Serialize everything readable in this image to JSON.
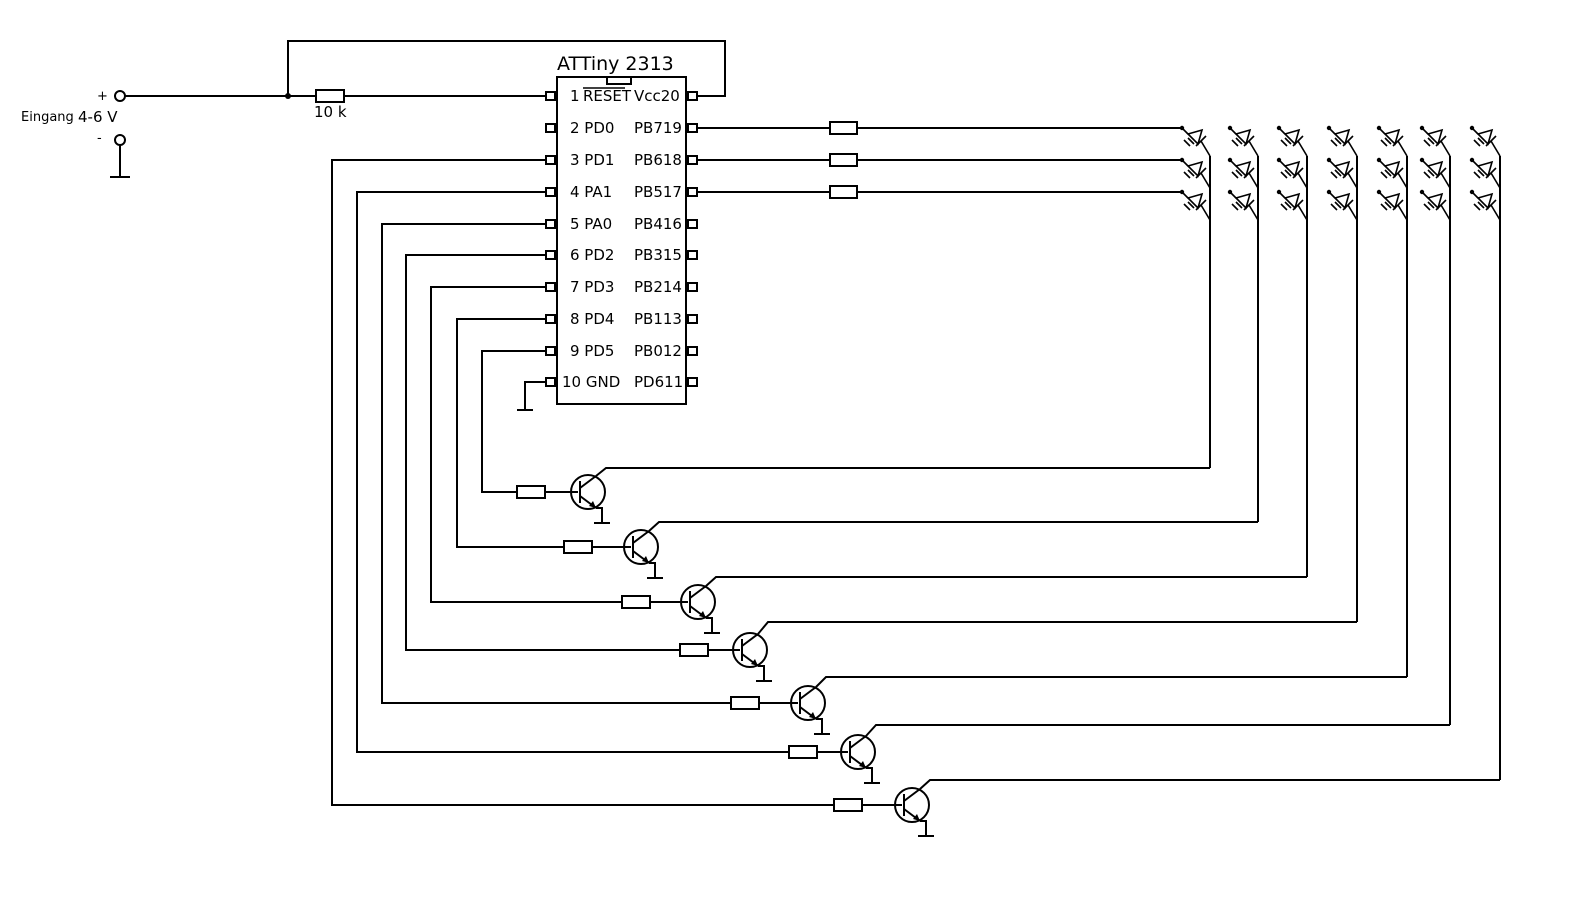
{
  "chip": {
    "title": "ATTiny 2313",
    "left_pins": [
      "1",
      "2 PD0",
      "3 PD1",
      "4 PA1",
      "5 PA0",
      "6 PD2",
      "7 PD3",
      "8 PD4",
      "9 PD5",
      "10 GND"
    ],
    "reset_label": "RESET",
    "right_pins": [
      "Vcc20",
      "PB719",
      "PB618",
      "PB517",
      "PB416",
      "PB315",
      "PB214",
      "PB113",
      "PB012",
      "PD611"
    ]
  },
  "input": {
    "label": "Eingang",
    "voltage": "4-6 V",
    "plus": "+",
    "minus": "-"
  },
  "resistor_label": "10 k"
}
